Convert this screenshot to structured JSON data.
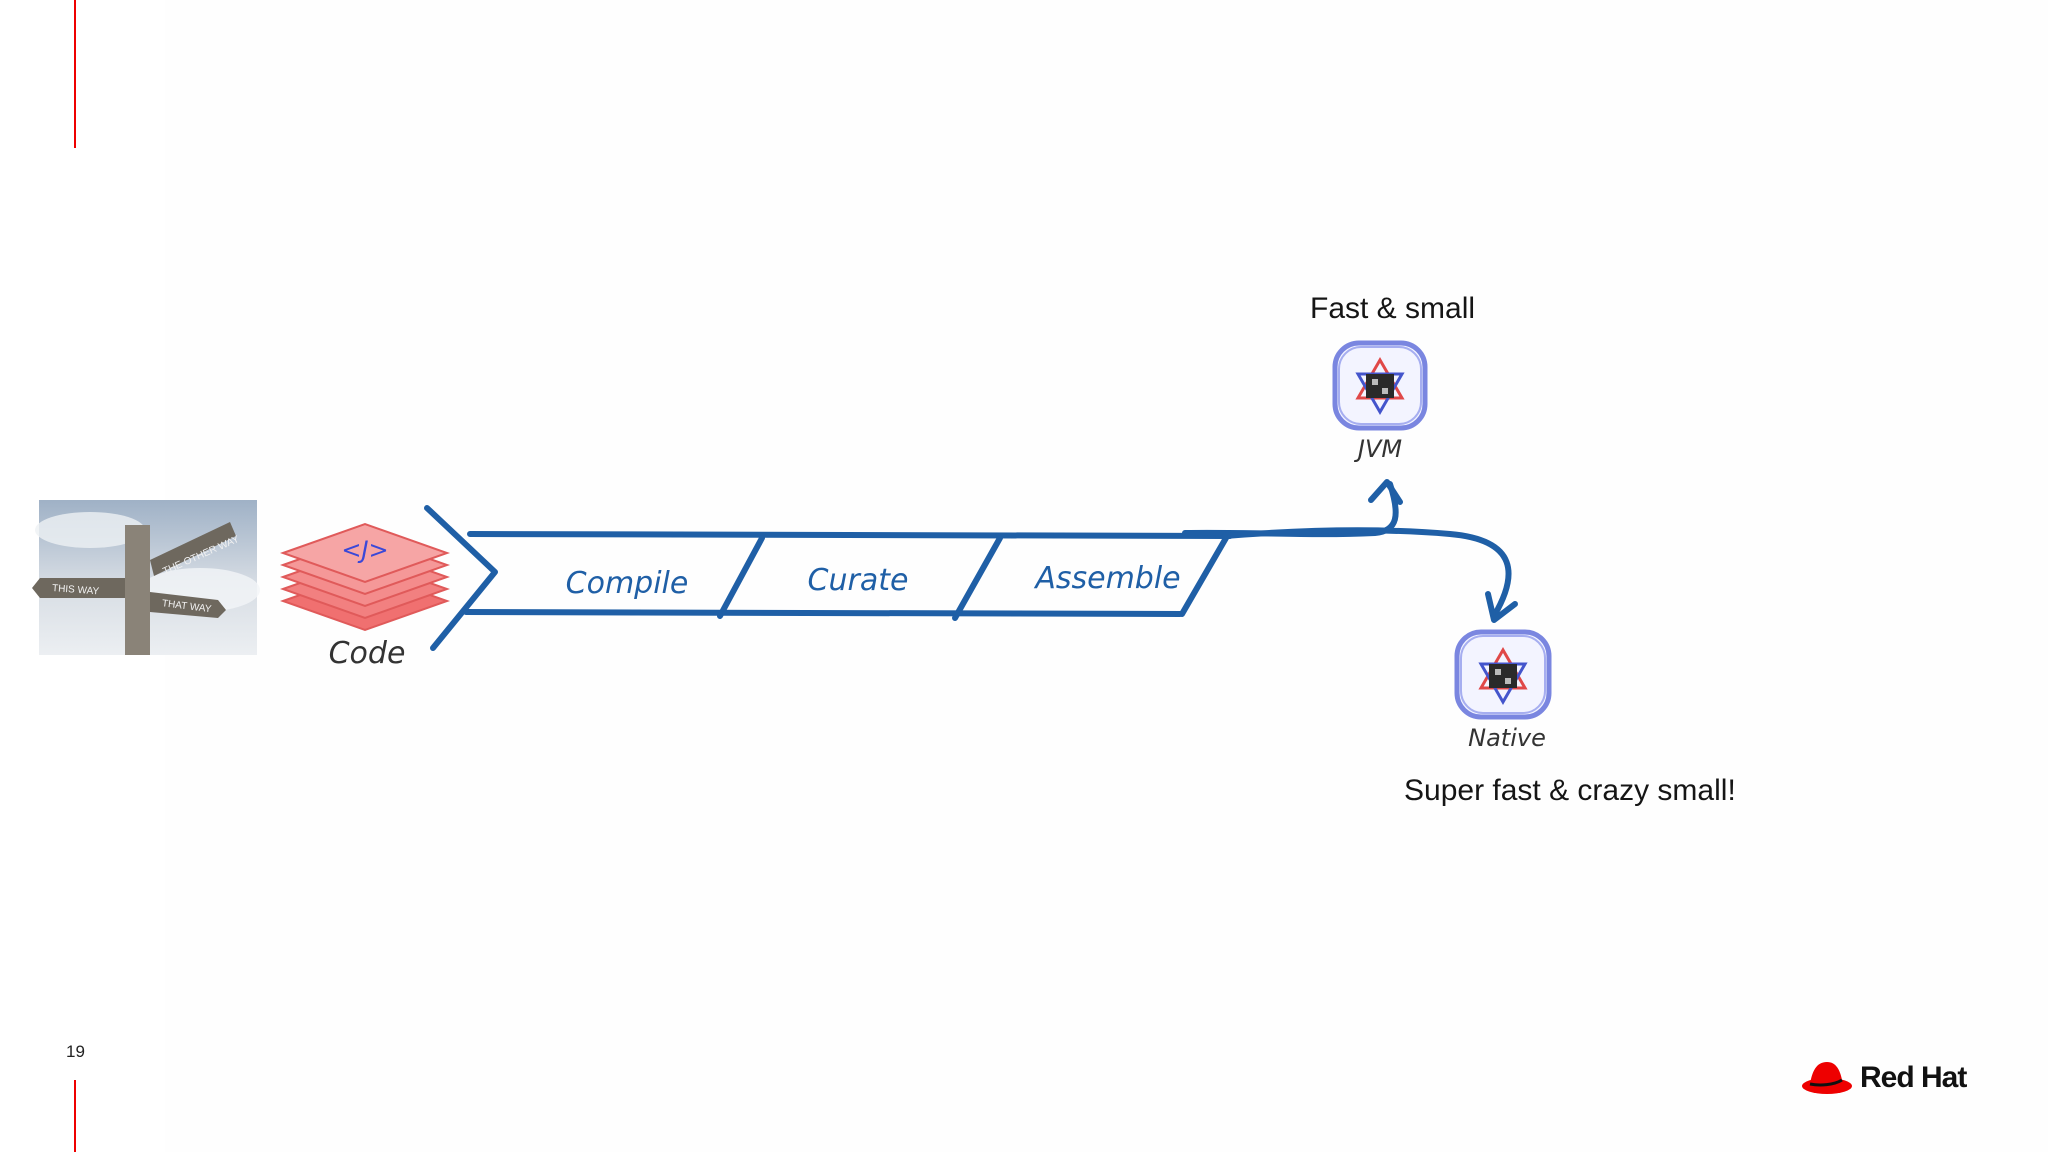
{
  "slide": {
    "page_number": "19"
  },
  "signpost": {
    "left_sign": "THIS WAY",
    "right_sign": "THAT WAY",
    "top_sign": "THE OTHER WAY"
  },
  "code": {
    "icon_glyph": "<J>",
    "label": "Code"
  },
  "pipeline": {
    "stages": [
      "Compile",
      "Curate",
      "Assemble"
    ]
  },
  "jvm": {
    "label": "JVM",
    "caption": "Fast & small"
  },
  "native": {
    "label": "Native",
    "caption": "Super fast & crazy small!"
  },
  "brand": {
    "name": "Red Hat",
    "accent": "#ee0000",
    "pipeline_color": "#1f5fa6",
    "code_color": "#f07070"
  }
}
